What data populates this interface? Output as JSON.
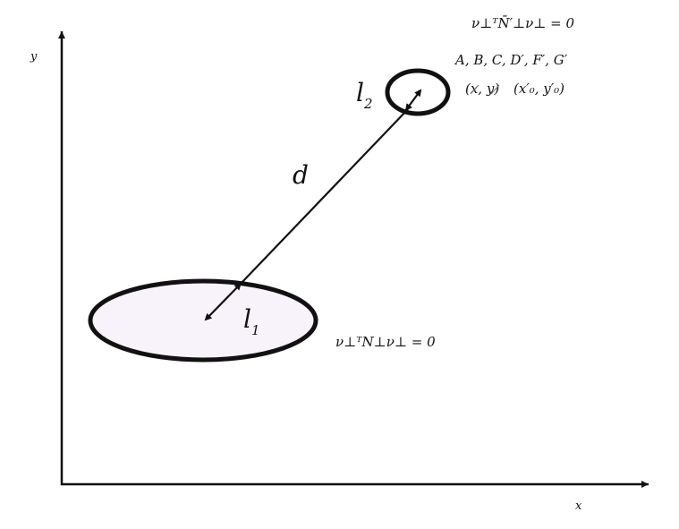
{
  "axes": {
    "x_label": "x",
    "y_label": "y"
  },
  "labels": {
    "distance": "d",
    "l1_base": "l",
    "l1_sub": "1",
    "l2_base": "l",
    "l2_sub": "2",
    "ellipse1_eq": "ν⊥ᵀN⊥ν⊥ = 0",
    "ellipse2_eq": "ν⊥ᵀN̄′⊥ν⊥ = 0",
    "ellipse2_params": "A, B, C, D′, F′, G′",
    "old_coords": "(x, y)",
    "new_coords": "(x′₀, y′₀)"
  },
  "colors": {
    "ellipse_fill": "#f8f3fb",
    "stroke": "#111111",
    "faint_text": "#7a7a7a"
  }
}
